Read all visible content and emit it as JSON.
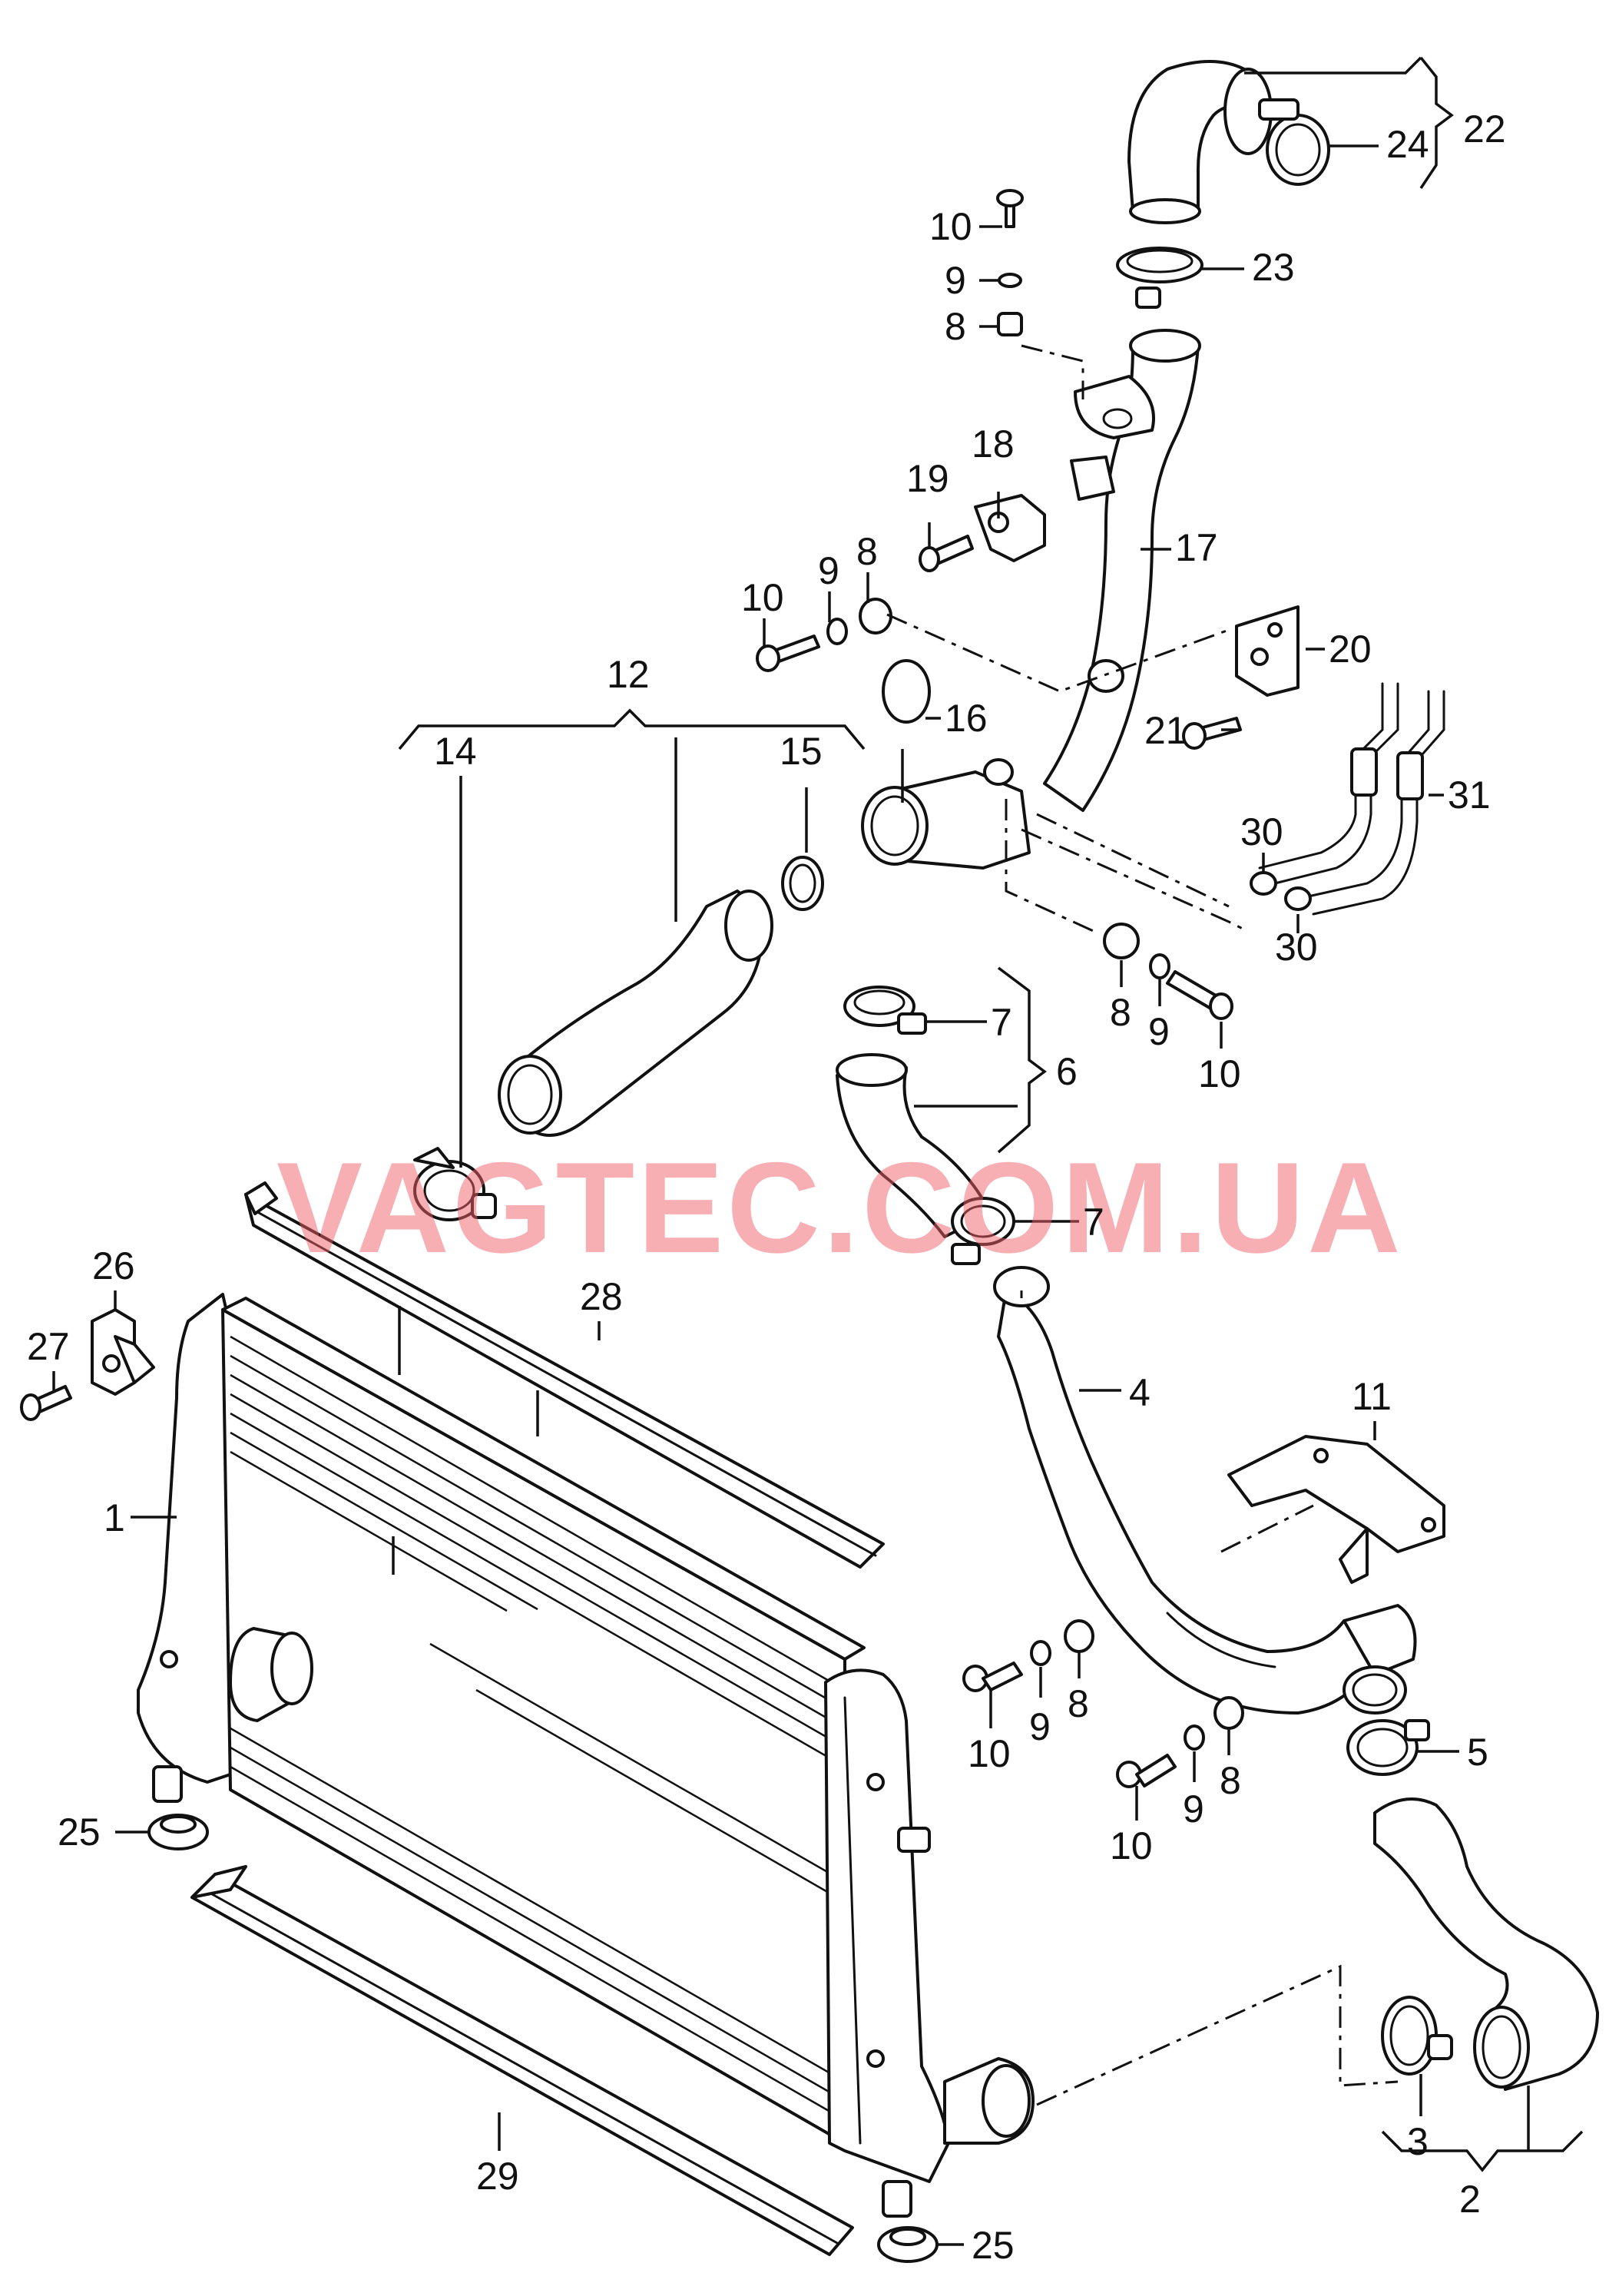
{
  "watermark": "VAGTEC.COM.UA",
  "colors": {
    "line": "#111111",
    "watermark": "#f0606a",
    "background": "#ffffff"
  },
  "callouts": [
    {
      "id": "c22",
      "text": "22"
    },
    {
      "id": "c24",
      "text": "24"
    },
    {
      "id": "c23",
      "text": "23"
    },
    {
      "id": "c10a",
      "text": "10"
    },
    {
      "id": "c9a",
      "text": "9"
    },
    {
      "id": "c8a",
      "text": "8"
    },
    {
      "id": "c18",
      "text": "18"
    },
    {
      "id": "c19",
      "text": "19"
    },
    {
      "id": "c17",
      "text": "17"
    },
    {
      "id": "c10b",
      "text": "10"
    },
    {
      "id": "c9b",
      "text": "9"
    },
    {
      "id": "c8b",
      "text": "8"
    },
    {
      "id": "c20",
      "text": "20"
    },
    {
      "id": "c12",
      "text": "12"
    },
    {
      "id": "c16",
      "text": "16"
    },
    {
      "id": "c21",
      "text": "21"
    },
    {
      "id": "c14",
      "text": "14"
    },
    {
      "id": "c15",
      "text": "15"
    },
    {
      "id": "c31",
      "text": "31"
    },
    {
      "id": "c30a",
      "text": "30"
    },
    {
      "id": "c30b",
      "text": "30"
    },
    {
      "id": "c7a",
      "text": "7"
    },
    {
      "id": "c6",
      "text": "6"
    },
    {
      "id": "c8c",
      "text": "8"
    },
    {
      "id": "c9c",
      "text": "9"
    },
    {
      "id": "c10c",
      "text": "10"
    },
    {
      "id": "c7b",
      "text": "7"
    },
    {
      "id": "c26",
      "text": "26"
    },
    {
      "id": "c28",
      "text": "28"
    },
    {
      "id": "c27",
      "text": "27"
    },
    {
      "id": "c4",
      "text": "4"
    },
    {
      "id": "c11",
      "text": "11"
    },
    {
      "id": "c1",
      "text": "1"
    },
    {
      "id": "c8d",
      "text": "8"
    },
    {
      "id": "c9d",
      "text": "9"
    },
    {
      "id": "c10d",
      "text": "10"
    },
    {
      "id": "c8e",
      "text": "8"
    },
    {
      "id": "c9e",
      "text": "9"
    },
    {
      "id": "c10e",
      "text": "10"
    },
    {
      "id": "c5",
      "text": "5"
    },
    {
      "id": "c25a",
      "text": "25"
    },
    {
      "id": "c29",
      "text": "29"
    },
    {
      "id": "c3",
      "text": "3"
    },
    {
      "id": "c2",
      "text": "2"
    },
    {
      "id": "c25b",
      "text": "25"
    }
  ]
}
